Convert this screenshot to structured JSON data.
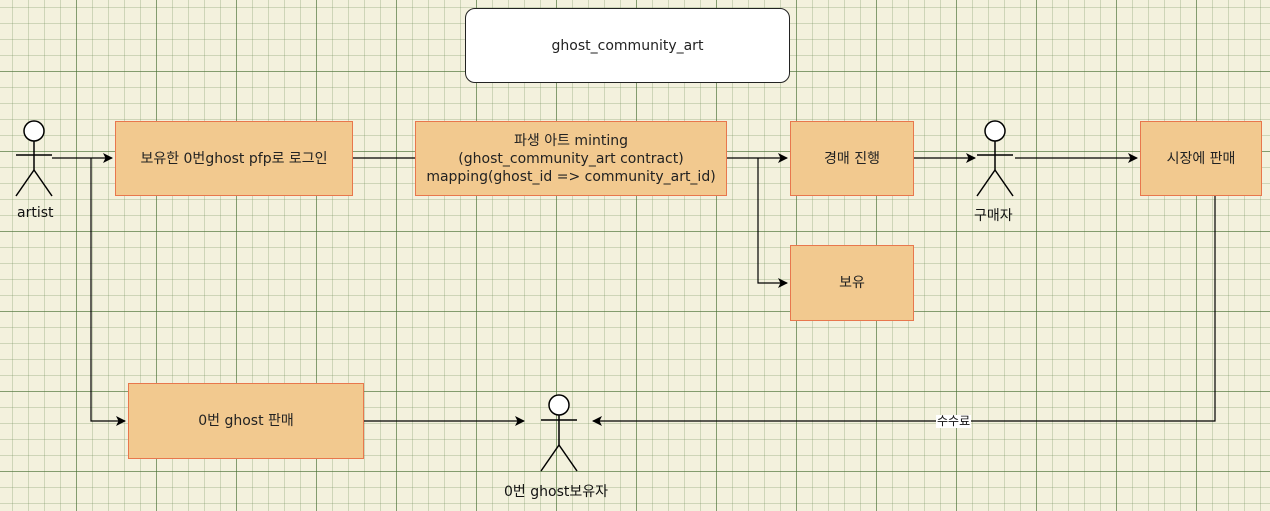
{
  "title": "ghost_community_art",
  "boxes": {
    "login": "보유한 0번ghost pfp로 로그인",
    "minting_line1": "파생 아트 minting",
    "minting_line2": "(ghost_community_art contract)",
    "minting_line3": "mapping(ghost_id => community_art_id)",
    "auction": "경매 진행",
    "market_sale": "시장에 판매",
    "hold": "보유",
    "ghost_sale": "0번 ghost 판매"
  },
  "actors": {
    "artist": "artist",
    "buyer": "구매자",
    "owner": "0번 ghost보유자"
  },
  "edge_labels": {
    "fee": "수수료"
  },
  "colors": {
    "box_fill": "#f2c98f",
    "box_border": "#e8774d",
    "line": "#000000"
  }
}
